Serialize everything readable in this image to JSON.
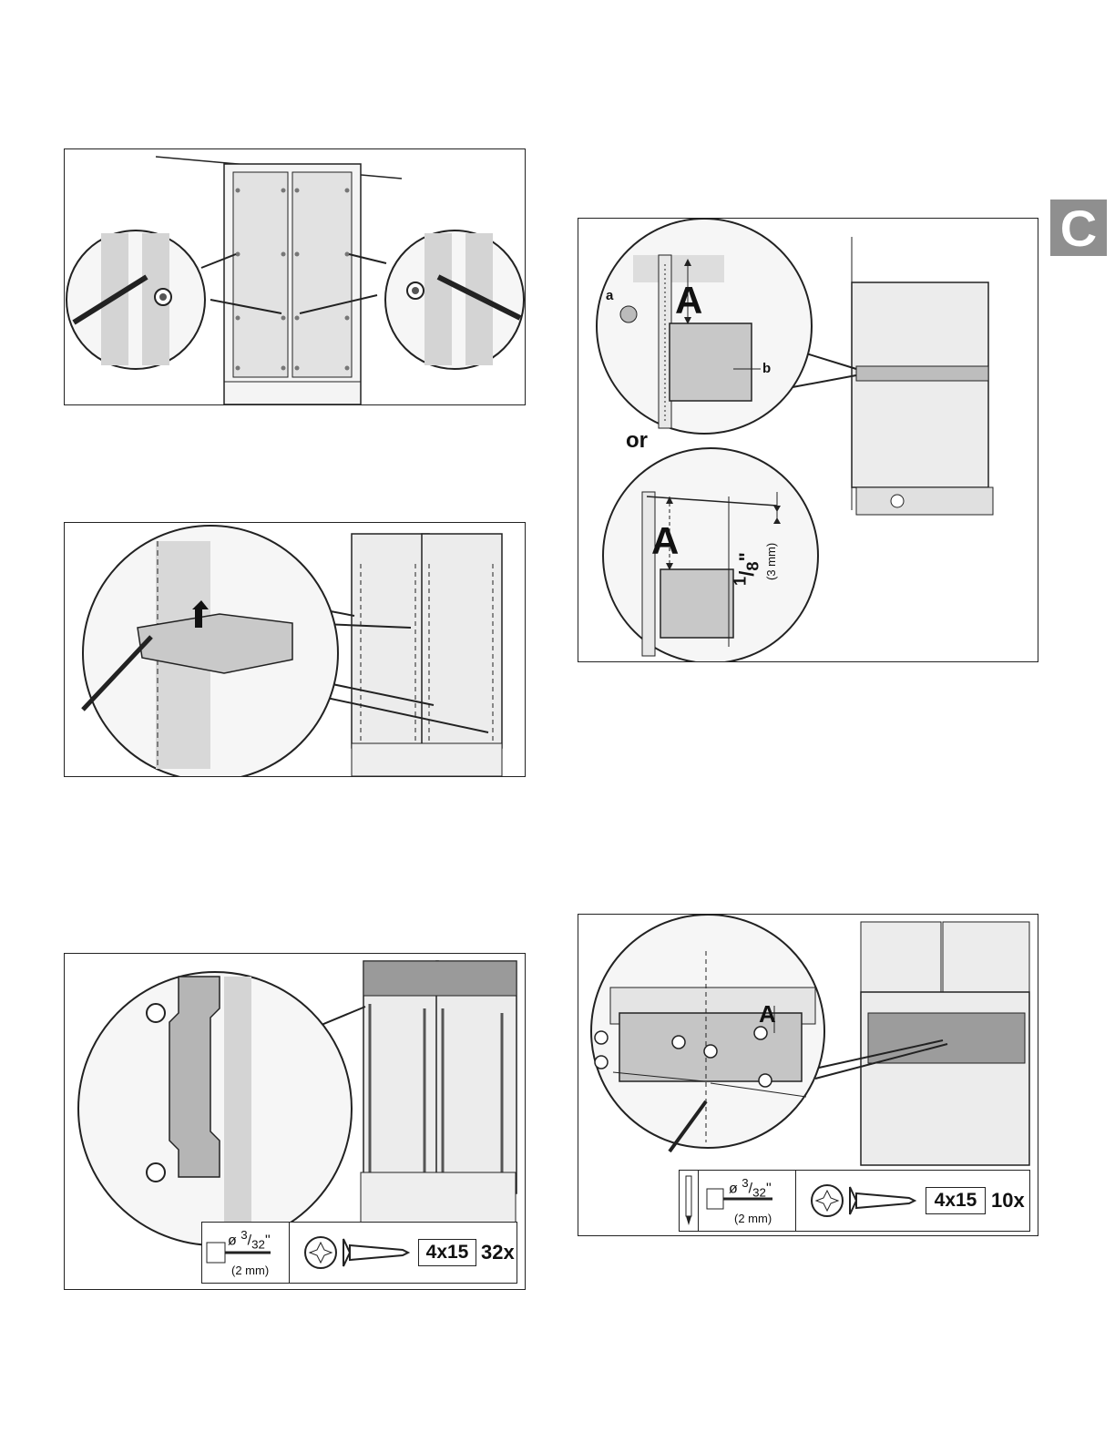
{
  "section_tab": "C",
  "panel_top_right": {
    "label_a": "a",
    "label_b": "b",
    "letter_upper": "A",
    "or_text": "or",
    "letter_lower": "A",
    "fraction_num": "1",
    "fraction_den": "8",
    "inch_mark": "\"",
    "mm_note": "(3 mm)"
  },
  "panel_bottom_right": {
    "letter": "A",
    "drill_diameter_prefix": "ø",
    "drill_fraction_num": "3",
    "drill_fraction_den": "32",
    "inch_mark": "\"",
    "drill_mm": "(2 mm)",
    "screw_size": "4x15",
    "quantity": "10x"
  },
  "panel_bottom_left": {
    "drill_diameter_prefix": "ø",
    "drill_fraction_num": "3",
    "drill_fraction_den": "32",
    "inch_mark": "\"",
    "drill_mm": "(2 mm)",
    "screw_size": "4x15",
    "quantity": "32x"
  },
  "colors": {
    "line": "#222222",
    "panel_fill": "#e8e8e8",
    "shade": "#bdbdbd",
    "tab_bg": "#8f8f8f"
  }
}
